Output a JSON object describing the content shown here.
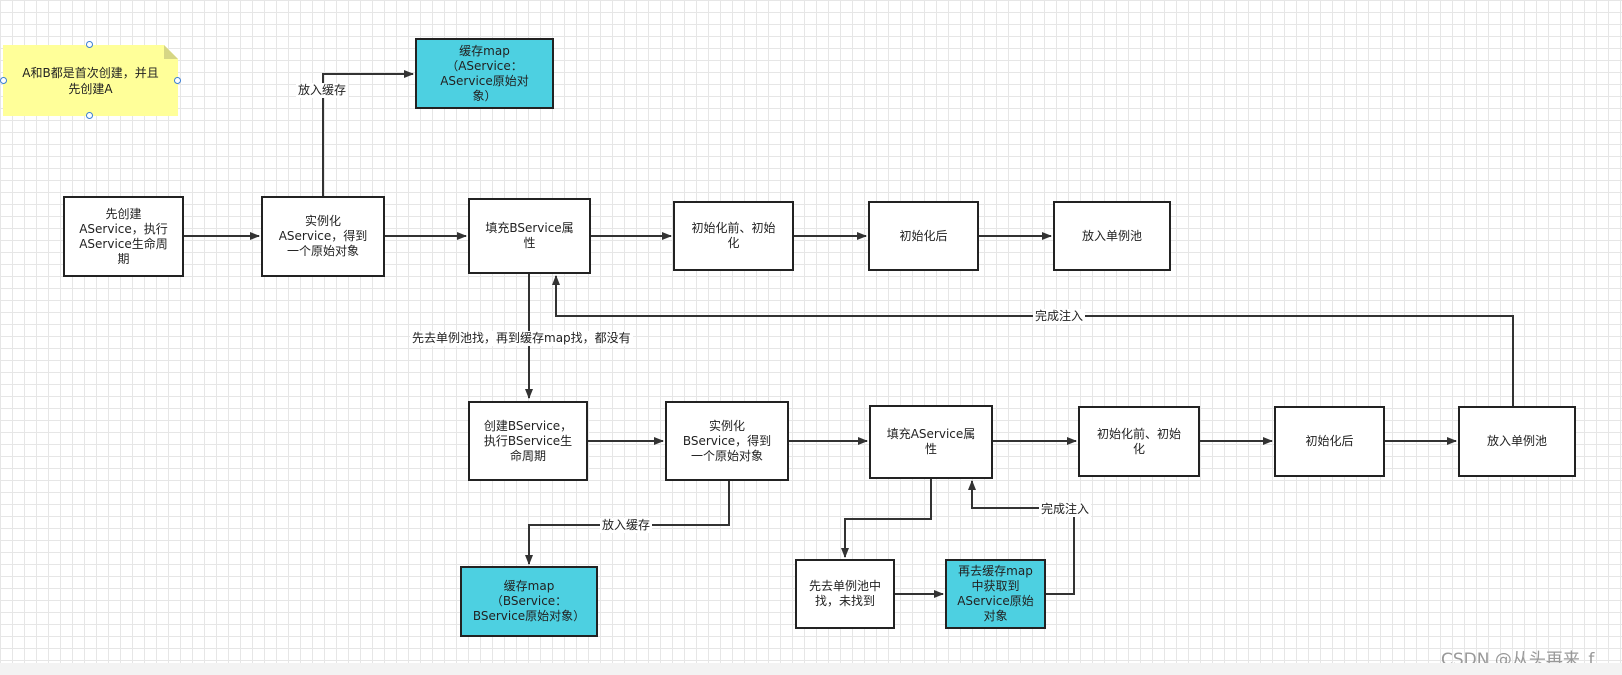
{
  "note": {
    "text": "A和B都是首次创建，并且\n先创建A"
  },
  "boxes": {
    "a_create": "先创建\nAService，执行\nAService生命周\n期",
    "a_instantiate": "实例化\nAService，得到\n一个原始对象",
    "a_cache": "缓存map\n（AService：\nAService原始对\n象）",
    "a_fill": "填充BService属\n性",
    "a_preinit": "初始化前、初始\n化",
    "a_postinit": "初始化后",
    "a_singleton": "放入单例池",
    "b_create": "创建BService，\n执行BService生\n命周期",
    "b_instantiate": "实例化\nBService，得到\n一个原始对象",
    "b_fill": "填充AService属\n性",
    "b_preinit": "初始化前、初始\n化",
    "b_postinit": "初始化后",
    "b_singleton": "放入单例池",
    "b_cache": "缓存map\n（BService：\nBService原始对象）",
    "b_find_pool": "先去单例池中\n找，未找到",
    "b_find_cache": "再去缓存map\n中获取到\nAService原始\n对象"
  },
  "edge_labels": {
    "a_put_cache": "放入缓存",
    "b_put_cache": "放入缓存",
    "lookup": "先去单例池找，再到缓存map找，都没有",
    "complete_outer": "完成注入",
    "complete_inner": "完成注入"
  },
  "colors": {
    "cache_fill": "#4dd0e1",
    "note_fill": "#ffff99",
    "line": "#333333"
  },
  "watermark": "CSDN @从头再来_f"
}
